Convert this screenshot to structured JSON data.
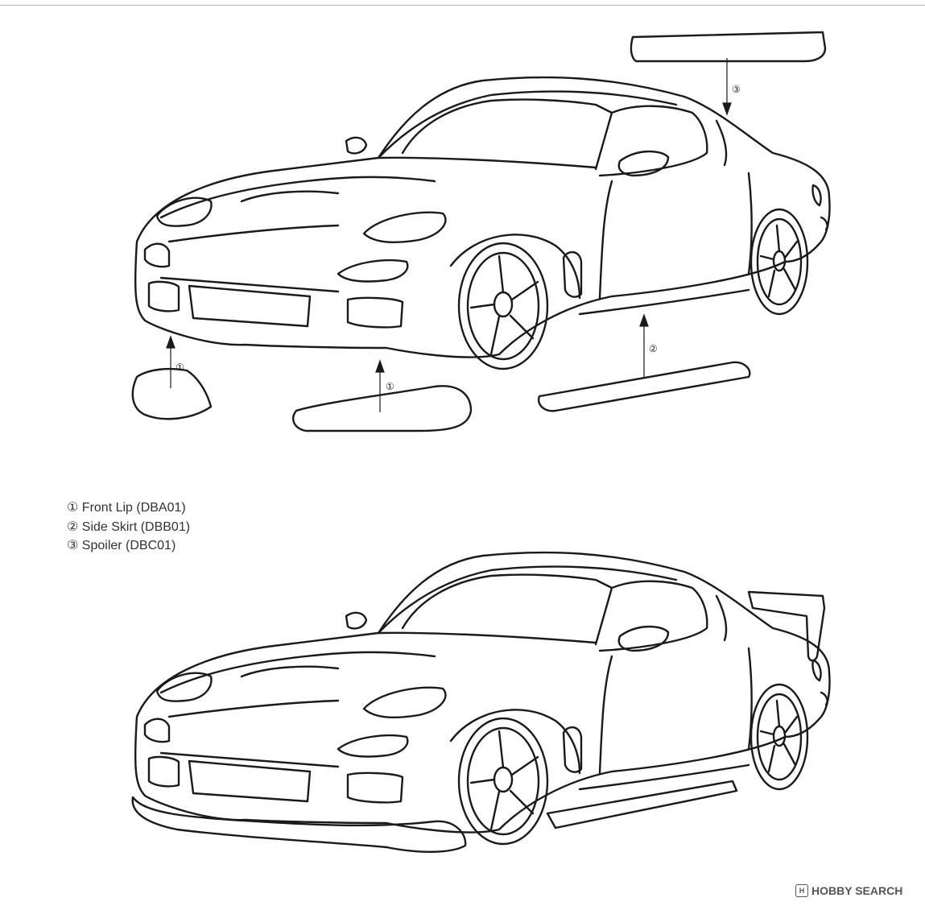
{
  "legend": {
    "items": [
      "① Front Lip (DBA01)",
      "② Side Skirt (DBB01)",
      "③ Spoiler (DBC01)"
    ]
  },
  "callouts": {
    "front_lip": "①",
    "side_skirt": "②",
    "spoiler": "③"
  },
  "watermark": {
    "badge": "H",
    "text": "HOBBY SEARCH"
  },
  "colors": {
    "line": "#1a1a1a",
    "rule": "#b8b8c4",
    "watermark": "#555555"
  }
}
